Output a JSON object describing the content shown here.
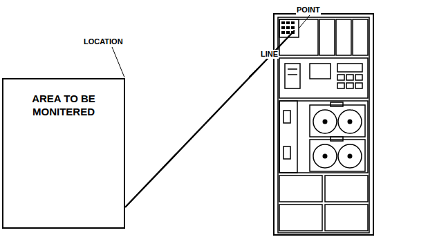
{
  "diagram": {
    "nodes": [
      {
        "text": [
          "AREA TO BE MONITERED"
        ]
      }
    ],
    "labels": [
      "LOCATION",
      "LINE",
      "POINT"
    ]
  }
}
